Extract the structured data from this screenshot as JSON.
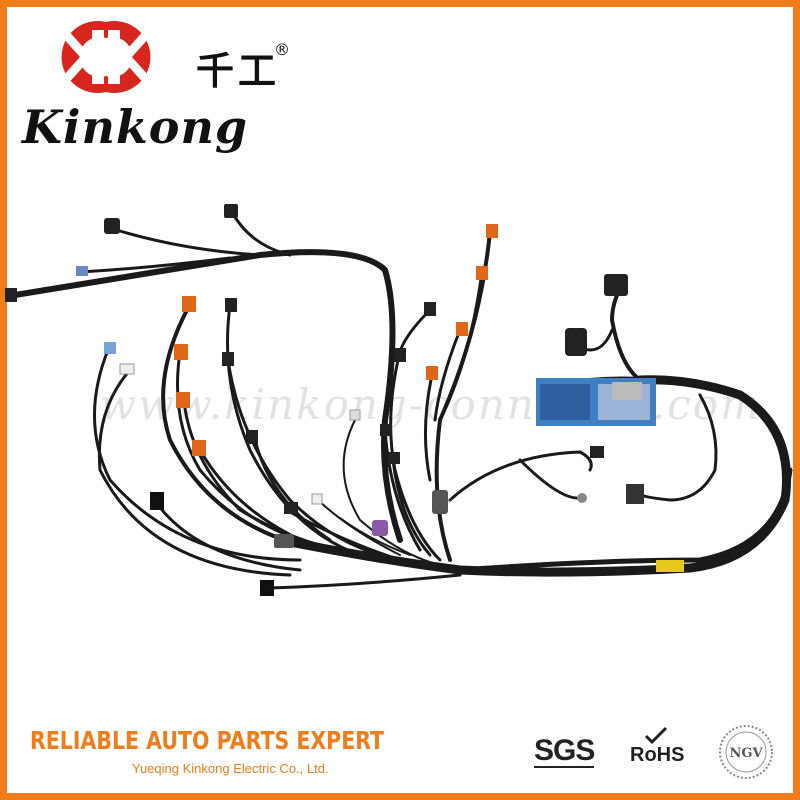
{
  "brand": {
    "chinese_name": "千工",
    "registered_mark": "®",
    "english_name": "Kinkong",
    "logo_colors": {
      "red": "#d8261f",
      "white": "#ffffff"
    }
  },
  "watermark_text": "www.kinkong-connector.com",
  "footer": {
    "tagline": "RELIABLE AUTO PARTS EXPERT",
    "company": "Yueqing  Kinkong Electric Co., Ltd.",
    "certifications": [
      "SGS",
      "RoHS",
      "NGV"
    ]
  },
  "colors": {
    "accent": "#f07d1a",
    "wire": "#1a1a1a",
    "connector_orange": "#e0661a",
    "ecu_blue": "#3f7fc2"
  }
}
